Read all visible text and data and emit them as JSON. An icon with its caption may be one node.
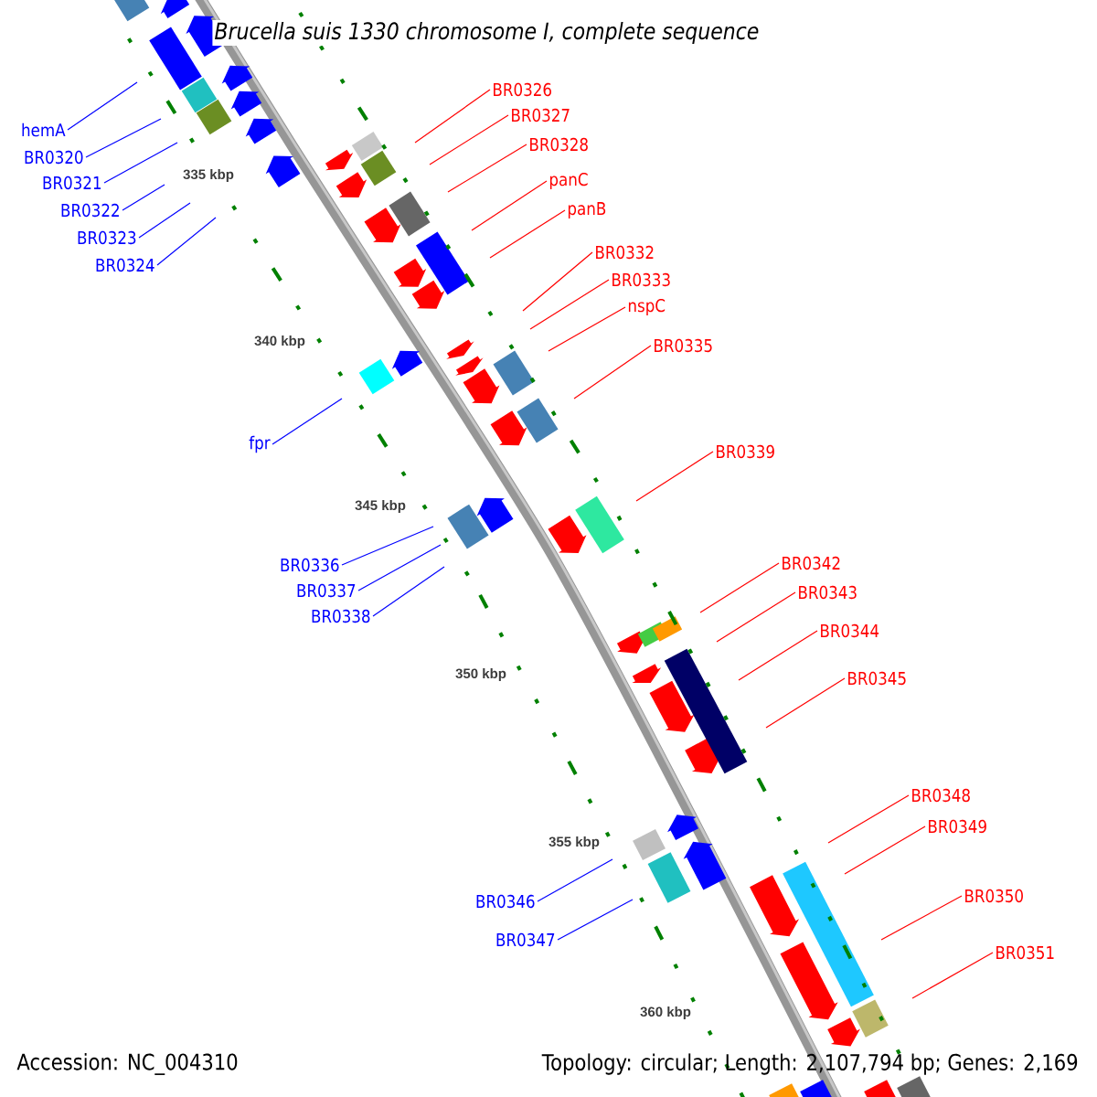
{
  "diagram": {
    "title": "Brucella suis 1330 chromosome I, complete sequence",
    "nodes": [
      {
        "text": [
          "hemA"
        ]
      },
      {
        "text": [
          "BR0320"
        ]
      },
      {
        "text": [
          "BR0321"
        ]
      },
      {
        "text": [
          "BR0322"
        ]
      },
      {
        "text": [
          "BR0323"
        ]
      },
      {
        "text": [
          "BR0324"
        ]
      },
      {
        "text": [
          "fpr"
        ]
      },
      {
        "text": [
          "BR0336"
        ]
      },
      {
        "text": [
          "BR0337"
        ]
      },
      {
        "text": [
          "BR0338"
        ]
      },
      {
        "text": [
          "BR0346"
        ]
      },
      {
        "text": [
          "BR0347"
        ]
      },
      {
        "text": [
          "BR0326"
        ]
      },
      {
        "text": [
          "BR0327"
        ]
      },
      {
        "text": [
          "BR0328"
        ]
      },
      {
        "text": [
          "panC"
        ]
      },
      {
        "text": [
          "panB"
        ]
      },
      {
        "text": [
          "BR0332"
        ]
      },
      {
        "text": [
          "BR0333"
        ]
      },
      {
        "text": [
          "nspC"
        ]
      },
      {
        "text": [
          "BR0335"
        ]
      },
      {
        "text": [
          "BR0339"
        ]
      },
      {
        "text": [
          "BR0342"
        ]
      },
      {
        "text": [
          "BR0343"
        ]
      },
      {
        "text": [
          "BR0344"
        ]
      },
      {
        "text": [
          "BR0345"
        ]
      },
      {
        "text": [
          "BR0348"
        ]
      },
      {
        "text": [
          "BR0349"
        ]
      },
      {
        "text": [
          "BR0350"
        ]
      },
      {
        "text": [
          "BR0351"
        ]
      }
    ],
    "edges": [
      {
        "from": 0,
        "to": null,
        "arrow": "none",
        "color": "#0000ff"
      },
      {
        "from": 1,
        "to": null,
        "arrow": "none",
        "color": "#0000ff"
      },
      {
        "from": 2,
        "to": null,
        "arrow": "none",
        "color": "#0000ff"
      },
      {
        "from": 3,
        "to": null,
        "arrow": "none",
        "color": "#0000ff"
      },
      {
        "from": 4,
        "to": null,
        "arrow": "none",
        "color": "#0000ff"
      },
      {
        "from": 5,
        "to": null,
        "arrow": "none",
        "color": "#0000ff"
      },
      {
        "from": 6,
        "to": null,
        "arrow": "none",
        "color": "#0000ff"
      },
      {
        "from": 7,
        "to": null,
        "arrow": "none",
        "color": "#0000ff"
      },
      {
        "from": 8,
        "to": null,
        "arrow": "none",
        "color": "#0000ff"
      },
      {
        "from": 9,
        "to": null,
        "arrow": "none",
        "color": "#0000ff"
      },
      {
        "from": 10,
        "to": null,
        "arrow": "none",
        "color": "#0000ff"
      },
      {
        "from": 11,
        "to": null,
        "arrow": "none",
        "color": "#0000ff"
      },
      {
        "from": 12,
        "to": null,
        "arrow": "none"
      },
      {
        "from": 13,
        "to": null,
        "arrow": "none"
      },
      {
        "from": 14,
        "to": null,
        "arrow": "none"
      },
      {
        "from": 15,
        "to": null,
        "arrow": "none"
      },
      {
        "from": 16,
        "to": null,
        "arrow": "none"
      },
      {
        "from": 17,
        "to": null,
        "arrow": "none"
      },
      {
        "from": 18,
        "to": null,
        "arrow": "none"
      },
      {
        "from": 19,
        "to": null,
        "arrow": "none"
      },
      {
        "from": 20,
        "to": null,
        "arrow": "none"
      },
      {
        "from": 21,
        "to": null,
        "arrow": "none"
      },
      {
        "from": 22,
        "to": null,
        "arrow": "none"
      },
      {
        "from": 23,
        "to": null,
        "arrow": "none"
      },
      {
        "from": 24,
        "to": null,
        "arrow": "none"
      },
      {
        "from": 25,
        "to": null,
        "arrow": "none"
      },
      {
        "from": 26,
        "to": null,
        "arrow": "none"
      },
      {
        "from": 27,
        "to": null,
        "arrow": "none"
      },
      {
        "from": 28,
        "to": null,
        "arrow": "none"
      },
      {
        "from": 29,
        "to": null,
        "arrow": "none"
      }
    ],
    "labels": [
      "335 kbp",
      "340 kbp",
      "345 kbp",
      "350 kbp",
      "355 kbp",
      "360 kbp",
      "Accession: NC_004310",
      "Topology: circular; Length: 2,107,794 bp; Genes: 2,169"
    ]
  }
}
